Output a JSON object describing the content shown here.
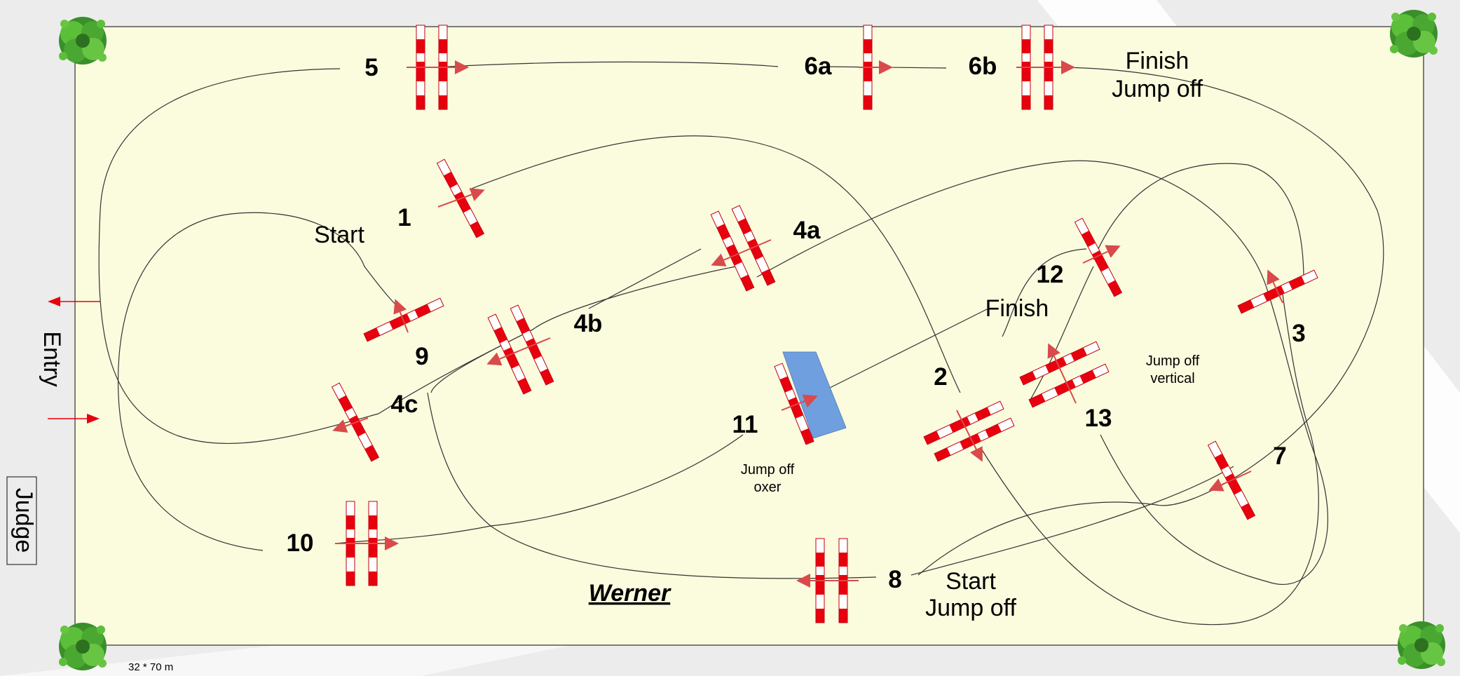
{
  "side_labels": {
    "entry": "Entry",
    "judge": "Judge"
  },
  "arena": {
    "size": "32 * 70 m",
    "designer": "Werner"
  },
  "obstacles": [
    {
      "id": "1",
      "label": "1"
    },
    {
      "id": "2",
      "label": "2"
    },
    {
      "id": "3",
      "label": "3"
    },
    {
      "id": "4a",
      "label": "4a"
    },
    {
      "id": "4b",
      "label": "4b"
    },
    {
      "id": "4c",
      "label": "4c"
    },
    {
      "id": "5",
      "label": "5"
    },
    {
      "id": "6a",
      "label": "6a"
    },
    {
      "id": "6b",
      "label": "6b"
    },
    {
      "id": "7",
      "label": "7"
    },
    {
      "id": "8",
      "label": "8"
    },
    {
      "id": "9",
      "label": "9"
    },
    {
      "id": "10",
      "label": "10"
    },
    {
      "id": "11",
      "label": "11"
    },
    {
      "id": "12",
      "label": "12"
    },
    {
      "id": "13",
      "label": "13"
    }
  ],
  "annotations": {
    "start": "Start",
    "finish": "Finish",
    "finish_jump_off": [
      "Finish",
      "Jump off"
    ],
    "start_jump_off": [
      "Start",
      "Jump off"
    ],
    "jump_off_vertical": [
      "Jump off",
      "vertical"
    ],
    "jump_off_oxer": [
      "Jump off",
      "oxer"
    ]
  },
  "colors": {
    "arena": "#fbfbde",
    "background": "#ececec",
    "pole_red": "#e8000e",
    "water": "#6f9fde",
    "arrow": "#d94a4a"
  }
}
